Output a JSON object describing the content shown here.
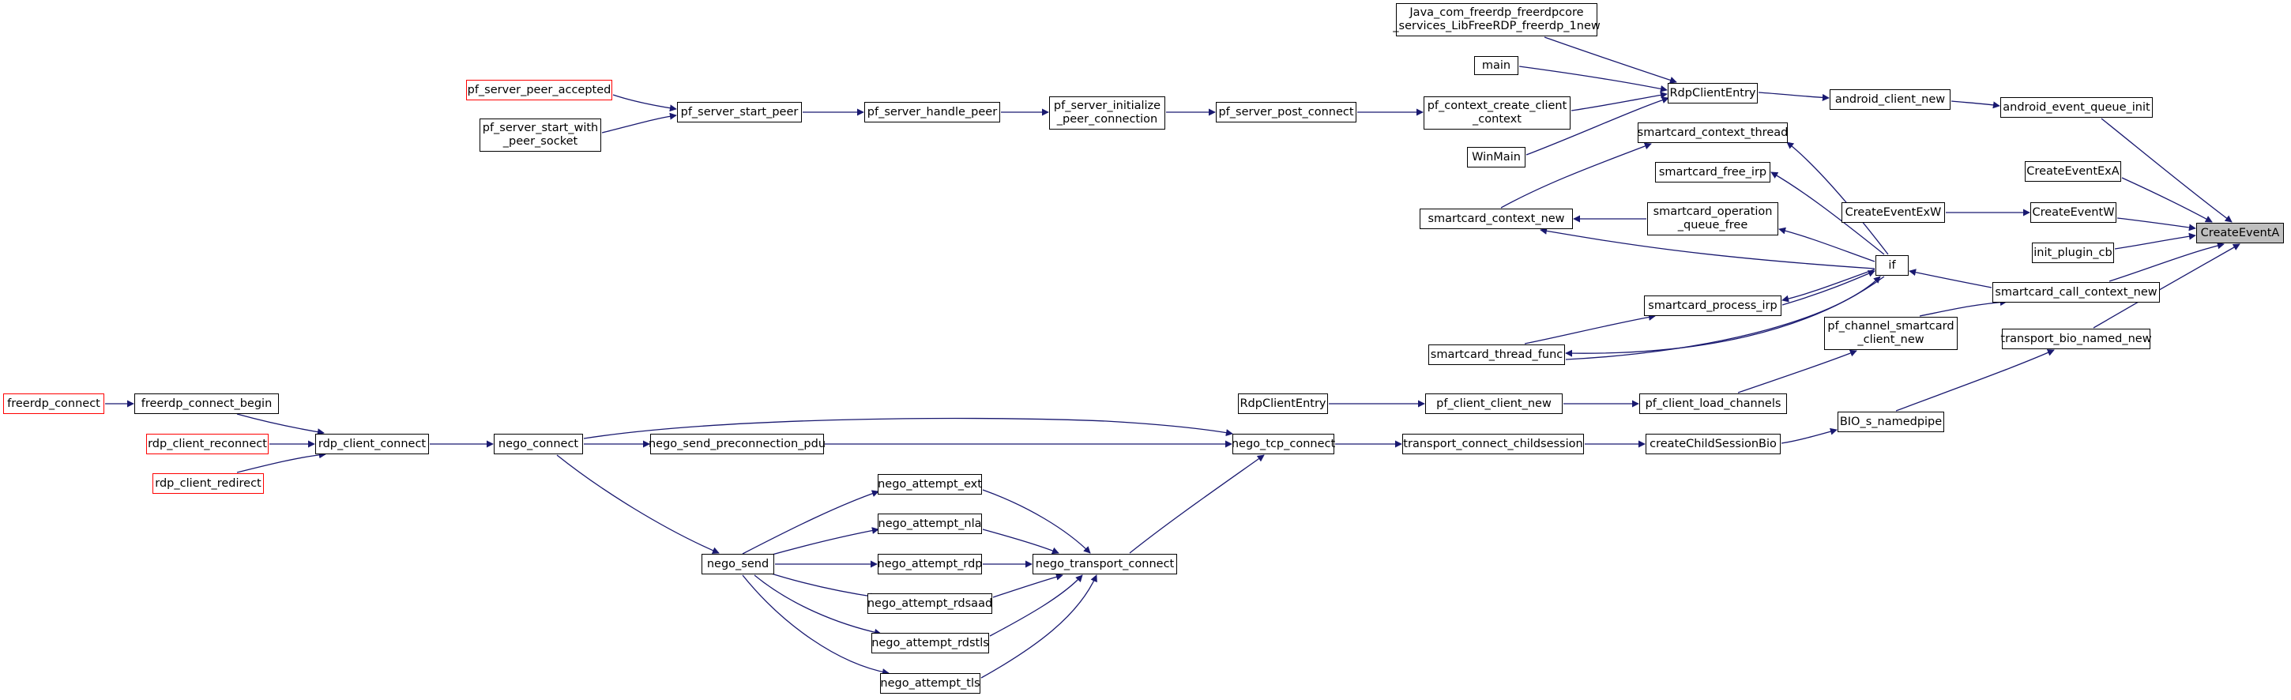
{
  "colors": {
    "edge": "#191970",
    "node_border": "#000000",
    "truncated_border": "#ff0000",
    "root_fill": "#bfbfbf"
  },
  "nodes": {
    "createeventa": "CreateEventA",
    "java_com": "Java_com_freerdp_freerdpcore\n_services_LibFreeRDP_freerdp_1new",
    "main": "main",
    "rdpcliententry_top": "RdpClientEntry",
    "android_client_new": "android_client_new",
    "android_event_queue_init": "android_event_queue_init",
    "pf_server_peer_accepted": "pf_server_peer_accepted",
    "pf_server_start_peer": "pf_server_start_peer",
    "pf_server_handle_peer": "pf_server_handle_peer",
    "pf_server_initialize": "pf_server_initialize\n_peer_connection",
    "pf_server_post_connect": "pf_server_post_connect",
    "pf_context_create": "pf_context_create_client\n_context",
    "pf_server_start_with": "pf_server_start_with\n_peer_socket",
    "winmain": "WinMain",
    "smartcard_context_thread": "smartcard_context_thread",
    "createeventexa": "CreateEventExA",
    "smartcard_free_irp": "smartcard_free_irp",
    "createeventexw": "CreateEventExW",
    "createeventw": "CreateEventW",
    "smartcard_context_new": "smartcard_context_new",
    "smartcard_operation": "smartcard_operation\n_queue_free",
    "init_plugin_cb": "init_plugin_cb",
    "if": "if",
    "smartcard_call_context_new": "smartcard_call_context_new",
    "smartcard_process_irp": "smartcard_process_irp",
    "pf_channel_smartcard": "pf_channel_smartcard\n_client_new",
    "transport_bio_named_new": "transport_bio_named_new",
    "smartcard_thread_func": "smartcard_thread_func",
    "freerdp_connect": "freerdp_connect",
    "freerdp_connect_begin": "freerdp_connect_begin",
    "rdpcliententry_bottom": "RdpClientEntry",
    "pf_client_client_new": "pf_client_client_new",
    "pf_client_load_channels": "pf_client_load_channels",
    "bio_s_namedpipe": "BIO_s_namedpipe",
    "rdp_client_reconnect": "rdp_client_reconnect",
    "rdp_client_connect": "rdp_client_connect",
    "nego_connect": "nego_connect",
    "nego_send_preconnection_pdu": "nego_send_preconnection_pdu",
    "nego_tcp_connect": "nego_tcp_connect",
    "transport_connect_childsession": "transport_connect_childsession",
    "createchildsessionbio": "createChildSessionBio",
    "rdp_client_redirect": "rdp_client_redirect",
    "nego_attempt_ext": "nego_attempt_ext",
    "nego_attempt_nla": "nego_attempt_nla",
    "nego_send": "nego_send",
    "nego_attempt_rdp": "nego_attempt_rdp",
    "nego_transport_connect": "nego_transport_connect",
    "nego_attempt_rdsaad": "nego_attempt_rdsaad",
    "nego_attempt_rdstls": "nego_attempt_rdstls",
    "nego_attempt_tls": "nego_attempt_tls"
  }
}
